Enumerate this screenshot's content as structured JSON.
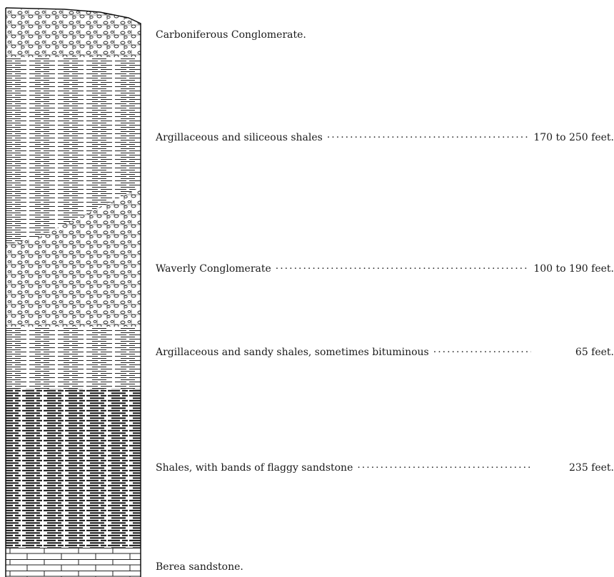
{
  "layers": [
    {
      "name": "Carboniferous Conglomerate.",
      "thickness": ""
    },
    {
      "name": "Argillaceous and siliceous shales",
      "thickness": "170 to 250 feet."
    },
    {
      "name": "Waverly Conglomerate",
      "thickness": "100 to 190 feet."
    },
    {
      "name": "Argillaceous and sandy shales, sometimes bituminous",
      "thickness": "65 feet."
    },
    {
      "name": "Shales, with bands of flaggy sandstone",
      "thickness": "235 feet."
    },
    {
      "name": "Berea sandstone.",
      "thickness": ""
    }
  ],
  "colors": {
    "ink": "#1a1a1a",
    "paper": "#ffffff"
  }
}
